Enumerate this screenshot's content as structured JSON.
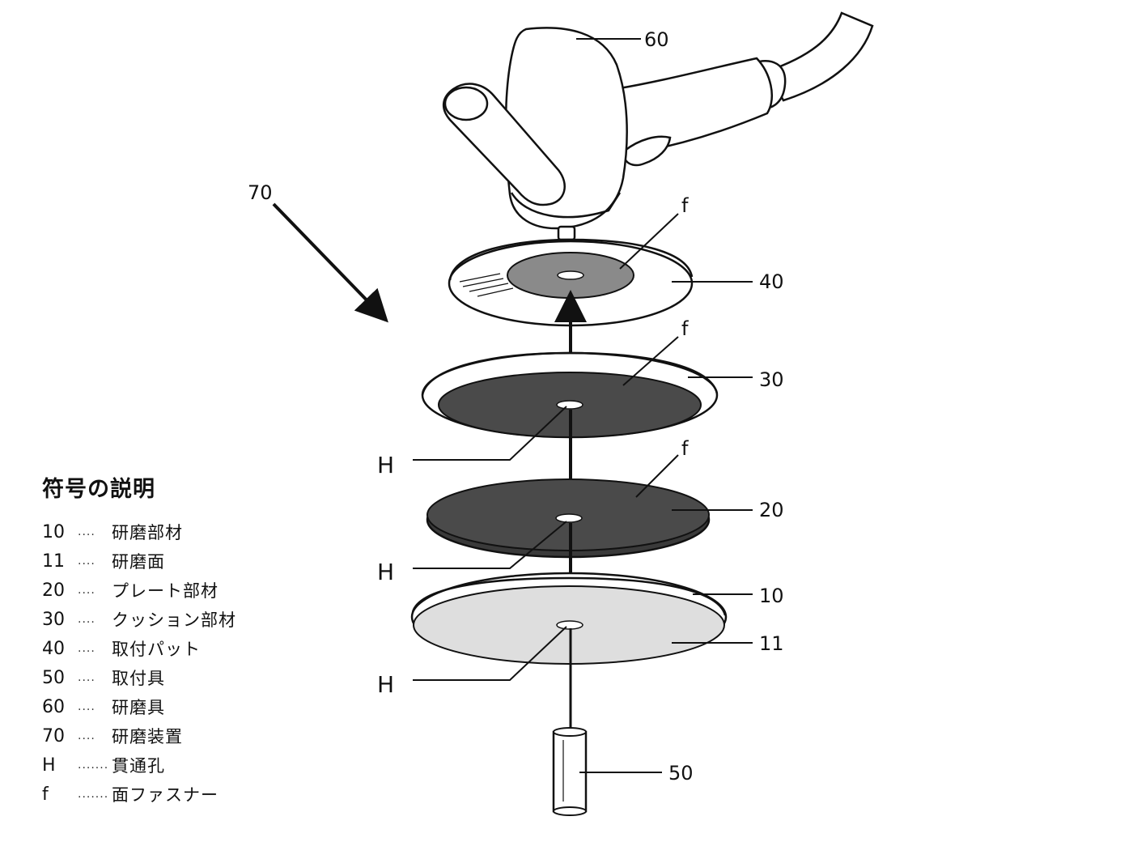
{
  "labels": {
    "tool": "60",
    "device": "70",
    "pad": "40",
    "cushion": "30",
    "plate": "20",
    "member": "10",
    "surface": "11",
    "fitting": "50",
    "fastener_pad": "f",
    "fastener_cushion": "f",
    "fastener_plate": "f",
    "hole_cushion": "H",
    "hole_plate": "H",
    "hole_member": "H"
  },
  "legend": {
    "title": "符号の説明",
    "items": [
      {
        "code": "10",
        "dots": "....",
        "text": "研磨部材"
      },
      {
        "code": "11",
        "dots": "....",
        "text": "研磨面"
      },
      {
        "code": "20",
        "dots": "....",
        "text": "プレート部材"
      },
      {
        "code": "30",
        "dots": "....",
        "text": "クッション部材"
      },
      {
        "code": "40",
        "dots": "....",
        "text": "取付パット"
      },
      {
        "code": "50",
        "dots": "....",
        "text": "取付具"
      },
      {
        "code": "60",
        "dots": "....",
        "text": "研磨具"
      },
      {
        "code": "70",
        "dots": "....",
        "text": "研磨装置"
      },
      {
        "code": "H",
        "dots": ".......",
        "text": "貫通孔"
      },
      {
        "code": "f",
        "dots": ".......",
        "text": "面ファスナー"
      }
    ]
  },
  "colors": {
    "line": "#111111",
    "pad_center": "#8a8a8a",
    "cushion_face": "#4a4a4a",
    "plate_face": "#4a4a4a",
    "member_face": "#dedede"
  }
}
